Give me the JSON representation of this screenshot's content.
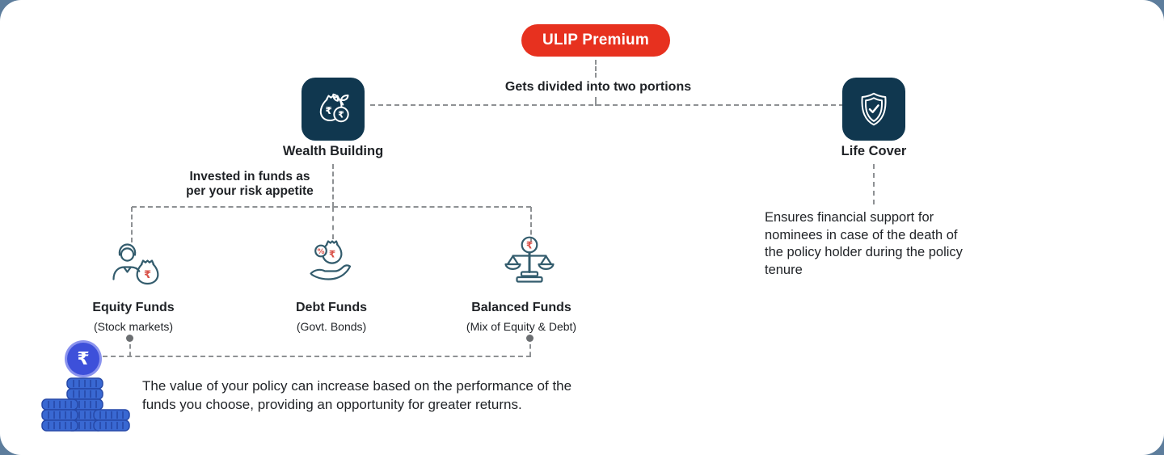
{
  "colors": {
    "page_bg": "#5D7D9C",
    "card_bg": "#FFFFFF",
    "accent_red": "#E7311F",
    "navy": "#10374F",
    "teal_stroke": "#335C6D",
    "icon_red": "#D9534A",
    "line_gray": "#8E9194",
    "dot_gray": "#6B6E71",
    "text_dark": "#1F2226",
    "coin_outer": "#8A93EE",
    "coin_inner": "#3D50DA",
    "coin_blue": "#3968D2"
  },
  "symbols": {
    "rupee": "₹",
    "percent": "%"
  },
  "header": {
    "title": "ULIP Premium",
    "caption": "Gets divided into two portions"
  },
  "wealth": {
    "label": "Wealth Building",
    "icon": "money-bag-sprout-icon",
    "note": "Invested in funds as\nper your risk appetite"
  },
  "life_cover": {
    "label": "Life Cover",
    "icon": "shield-check-icon",
    "description": "Ensures financial support for\nnominees in case of the death of\nthe policy holder during the policy\ntenure"
  },
  "funds": [
    {
      "name": "Equity Funds",
      "subtitle": "(Stock markets)",
      "icon": "investor-money-bag-icon"
    },
    {
      "name": "Debt Funds",
      "subtitle": "(Govt. Bonds)",
      "icon": "hand-money-bag-icon"
    },
    {
      "name": "Balanced Funds",
      "subtitle": "(Mix of Equity & Debt)",
      "icon": "balance-scale-icon"
    }
  ],
  "growth_note": "The value of your policy can increase based on the performance of the\nfunds you choose, providing an opportunity for greater returns."
}
